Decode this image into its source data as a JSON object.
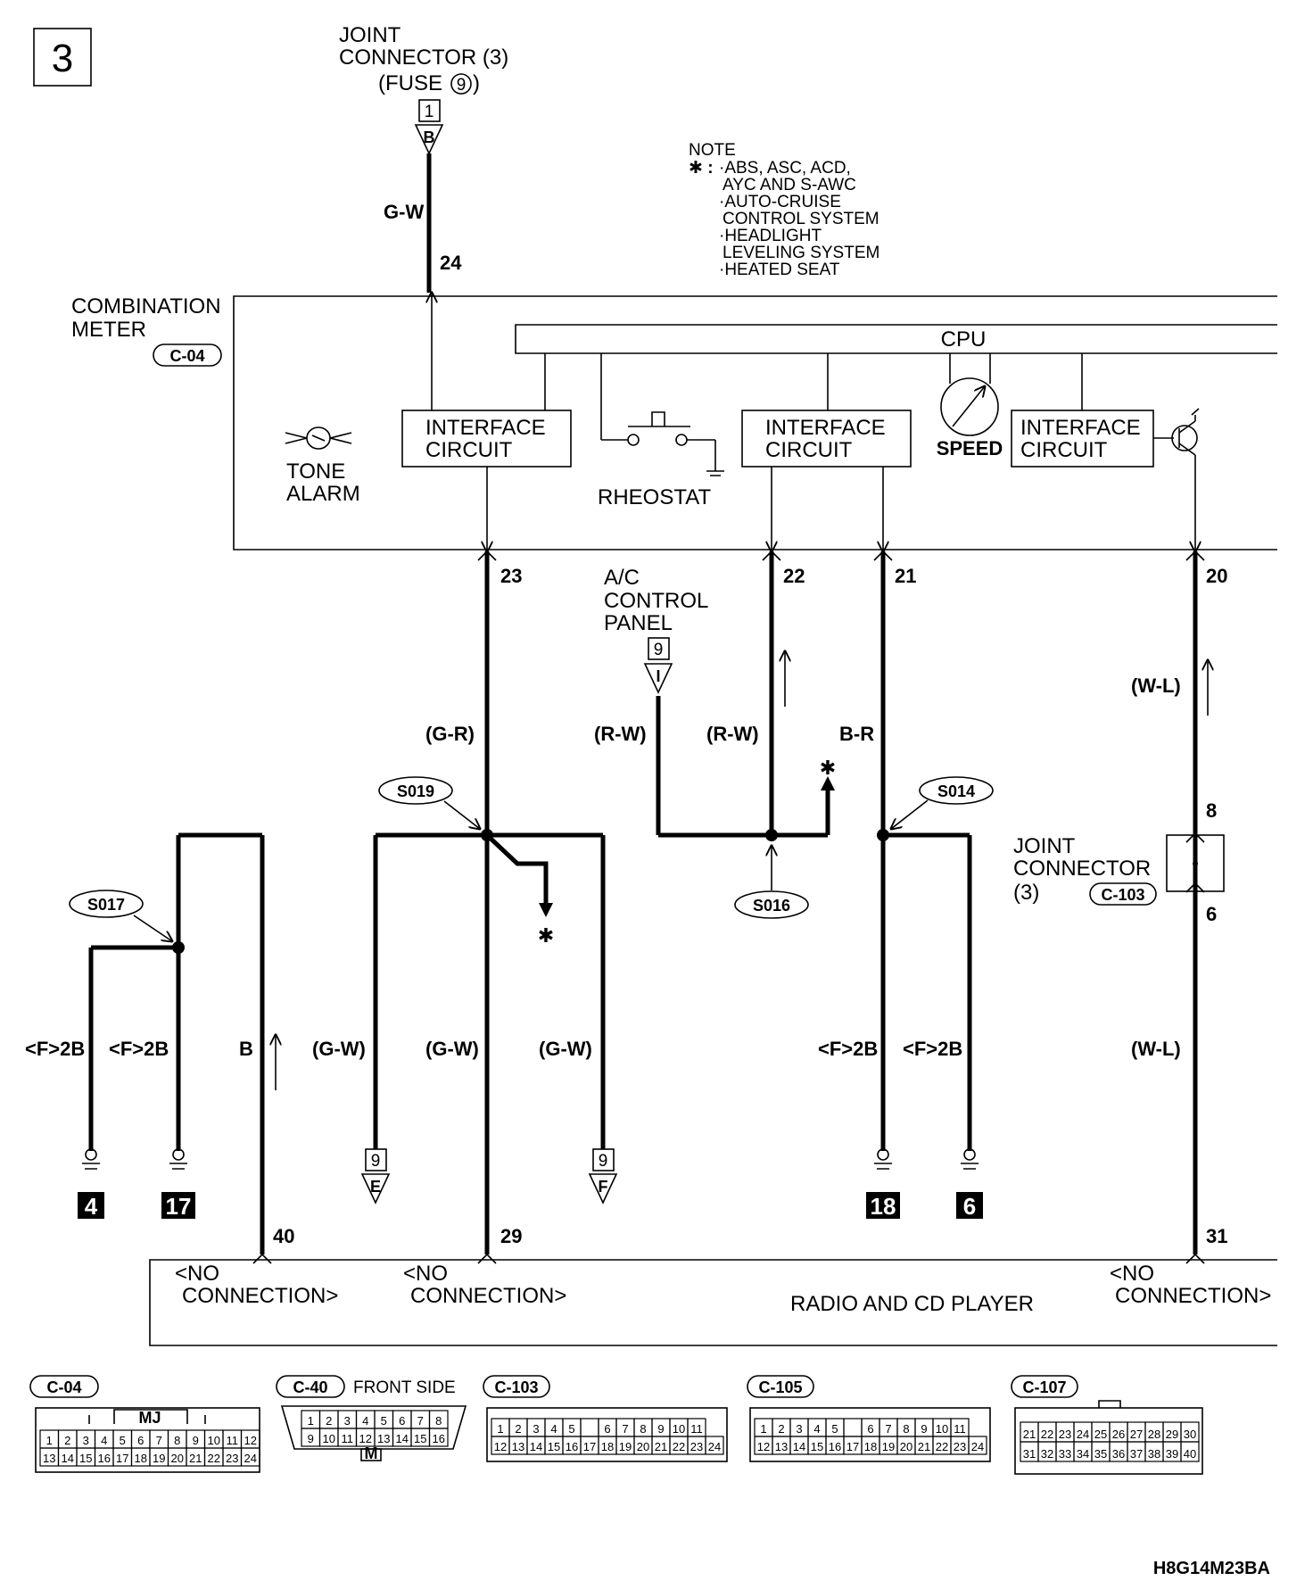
{
  "page": {
    "number": "3",
    "diagram_code": "H8G14M23BA"
  },
  "note": {
    "title": "NOTE",
    "star": "✱ :",
    "lines": [
      "·ABS, ASC, ACD,",
      "AYC AND S-AWC",
      "·AUTO-CRUISE",
      "CONTROL SYSTEM",
      "·HEADLIGHT",
      "LEVELING SYSTEM",
      "·HEATED SEAT"
    ]
  },
  "joint_top": {
    "line1": "JOINT",
    "line2": "CONNECTOR (3)",
    "line3a": "(FUSE",
    "fuse_no": "9",
    "line3b": ")",
    "box": "1",
    "pin": "B",
    "wire": "G-W",
    "terminal": "24"
  },
  "meter": {
    "name_line1": "COMBINATION",
    "name_line2": "METER",
    "connector": "C-04",
    "cpu": "CPU",
    "interface1_l1": "INTERFACE",
    "interface1_l2": "CIRCUIT",
    "interface2_l1": "INTERFACE",
    "interface2_l2": "CIRCUIT",
    "interface3_l1": "INTERFACE",
    "interface3_l2": "CIRCUIT",
    "tone_l1": "TONE",
    "tone_l2": "ALARM",
    "rheostat": "RHEOSTAT",
    "speed": "SPEED",
    "terminals": [
      "23",
      "22",
      "21",
      "20"
    ]
  },
  "ac_panel": {
    "l1": "A/C",
    "l2": "CONTROL",
    "l3": "PANEL",
    "box": "9",
    "pin": "I"
  },
  "wires": {
    "g_r": "(G-R)",
    "r_w_left": "(R-W)",
    "r_w_right": "(R-W)",
    "b_r": "B-R",
    "w_l_top": "(W-L)",
    "w_l_bottom": "(W-L)",
    "f2b_1": "<F>2B",
    "f2b_2": "<F>2B",
    "f2b_3": "<F>2B",
    "f2b_4": "<F>2B",
    "b": "B",
    "g_w_1": "(G-W)",
    "g_w_2": "(G-W)",
    "g_w_3": "(G-W)"
  },
  "splices": {
    "s017": "S017",
    "s019": "S019",
    "s016": "S016",
    "s014": "S014"
  },
  "star_marks": {
    "s016": "✱",
    "s019": "✱"
  },
  "joint_mid": {
    "l1": "JOINT",
    "l2": "CONNECTOR",
    "l3": "(3)",
    "connector": "C-103",
    "pin_top": "8",
    "pin_bottom": "6"
  },
  "grounds": [
    "4",
    "17",
    "18",
    "6"
  ],
  "fuse_refs": [
    {
      "box": "9",
      "pin": "E"
    },
    {
      "box": "9",
      "pin": "F"
    }
  ],
  "radio": {
    "name": "RADIO AND CD PLAYER",
    "nc1_l1": "<NO",
    "nc1_l2": "CONNECTION>",
    "nc2_l1": "<NO",
    "nc2_l2": "CONNECTION>",
    "nc3_l1": "<NO",
    "nc3_l2": "CONNECTION>",
    "terminals": [
      "40",
      "29",
      "31"
    ]
  },
  "connectors": {
    "c04": {
      "label": "C-04",
      "mark": "MJ",
      "row1": [
        "1",
        "2",
        "3",
        "4",
        "5",
        "6",
        "7",
        "8",
        "9",
        "10",
        "11",
        "12"
      ],
      "row2": [
        "13",
        "14",
        "15",
        "16",
        "17",
        "18",
        "19",
        "20",
        "21",
        "22",
        "23",
        "24"
      ]
    },
    "c40": {
      "label": "C-40",
      "side": "FRONT SIDE",
      "mark": "M",
      "row1": [
        "1",
        "2",
        "3",
        "4",
        "5",
        "6",
        "7",
        "8"
      ],
      "row2": [
        "9",
        "10",
        "11",
        "12",
        "13",
        "14",
        "15",
        "16"
      ]
    },
    "c103": {
      "label": "C-103",
      "row1": [
        "1",
        "2",
        "3",
        "4",
        "5",
        "",
        "6",
        "7",
        "8",
        "9",
        "10",
        "11"
      ],
      "row2": [
        "12",
        "13",
        "14",
        "15",
        "16",
        "17",
        "18",
        "19",
        "20",
        "21",
        "22",
        "23",
        "24"
      ]
    },
    "c105": {
      "label": "C-105",
      "row1": [
        "1",
        "2",
        "3",
        "4",
        "5",
        "",
        "6",
        "7",
        "8",
        "9",
        "10",
        "11"
      ],
      "row2": [
        "12",
        "13",
        "14",
        "15",
        "16",
        "17",
        "18",
        "19",
        "20",
        "21",
        "22",
        "23",
        "24"
      ]
    },
    "c107": {
      "label": "C-107",
      "row1": [
        "21",
        "22",
        "23",
        "24",
        "25",
        "26",
        "27",
        "28",
        "29",
        "30"
      ],
      "row2": [
        "31",
        "32",
        "33",
        "34",
        "35",
        "36",
        "37",
        "38",
        "39",
        "40"
      ]
    }
  }
}
